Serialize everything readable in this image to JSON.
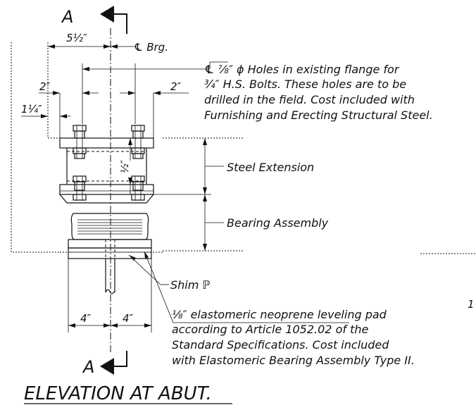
{
  "section_marker": "A",
  "title": "ELEVATION AT ABUT.",
  "dimensions": {
    "d_5_half": "5½″",
    "d_2_left": "2″",
    "d_2_right": "2″",
    "d_1_quarter": "1¼″",
    "d_half": "½″",
    "d_4_left": "4″",
    "d_4_right": "4″"
  },
  "notes": {
    "cl_brg": "℄ Brg.",
    "holes_line1": "℄ ⅞″ ϕ Holes in existing flange for",
    "holes_line2": "¾″ H.S. Bolts.  These holes are to be",
    "holes_line3": "drilled in the field.  Cost included with",
    "holes_line4": "Furnishing and Erecting Structural Steel.",
    "steel_extension": "Steel Extension",
    "bearing_assembly": "Bearing Assembly",
    "shim_plate": "Shim ℙ",
    "pad_line1": "⅛″ elastomeric neoprene leveling pad",
    "pad_line2": "according to Article 1052.02 of the",
    "pad_line3": "Standard Specifications. Cost included",
    "pad_line4": "with Elastomeric Bearing Assembly Type II.",
    "margin_fragment": "1"
  },
  "icons": [
    "section-arrow-icon"
  ]
}
